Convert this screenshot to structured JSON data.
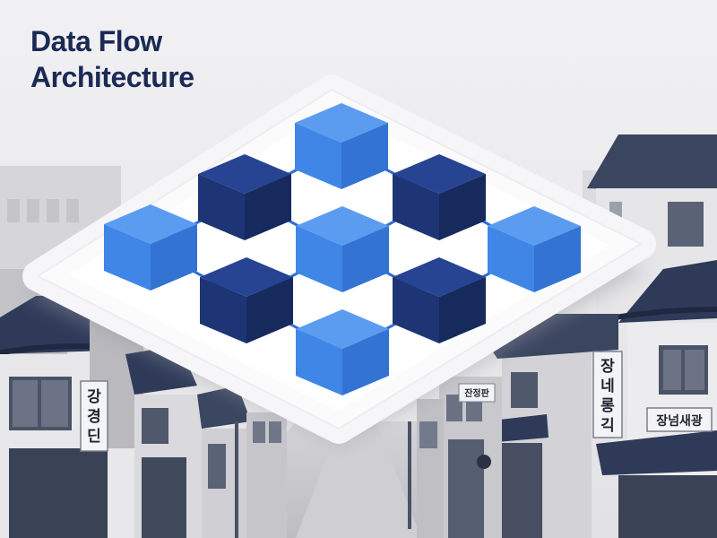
{
  "title_lines": [
    "Data Flow",
    "Architecture"
  ],
  "signs": {
    "left_vertical": [
      "강",
      "경",
      "딘"
    ],
    "center_small": "잔정판",
    "right_vertical": [
      "장",
      "네",
      "롱",
      "긱"
    ],
    "right_horizontal": "장넘새광"
  },
  "colors": {
    "title": "#1b2a55",
    "node_light": "#3f86e6",
    "node_dark": "#1d3575",
    "connector": "#2f6fd6",
    "platform": "#ffffff"
  },
  "diagram": {
    "nodes": [
      {
        "id": "n1",
        "tone": "light"
      },
      {
        "id": "n2",
        "tone": "dark"
      },
      {
        "id": "n3",
        "tone": "dark"
      },
      {
        "id": "n4",
        "tone": "light"
      },
      {
        "id": "n5",
        "tone": "light"
      },
      {
        "id": "n6",
        "tone": "light"
      },
      {
        "id": "n7",
        "tone": "dark"
      },
      {
        "id": "n8",
        "tone": "dark"
      },
      {
        "id": "n9",
        "tone": "light"
      }
    ],
    "edges": [
      [
        "n1",
        "n2"
      ],
      [
        "n1",
        "n3"
      ],
      [
        "n2",
        "n4"
      ],
      [
        "n2",
        "n5"
      ],
      [
        "n3",
        "n5"
      ],
      [
        "n3",
        "n6"
      ],
      [
        "n4",
        "n7"
      ],
      [
        "n5",
        "n7"
      ],
      [
        "n5",
        "n8"
      ],
      [
        "n6",
        "n8"
      ],
      [
        "n7",
        "n9"
      ],
      [
        "n8",
        "n9"
      ]
    ]
  }
}
